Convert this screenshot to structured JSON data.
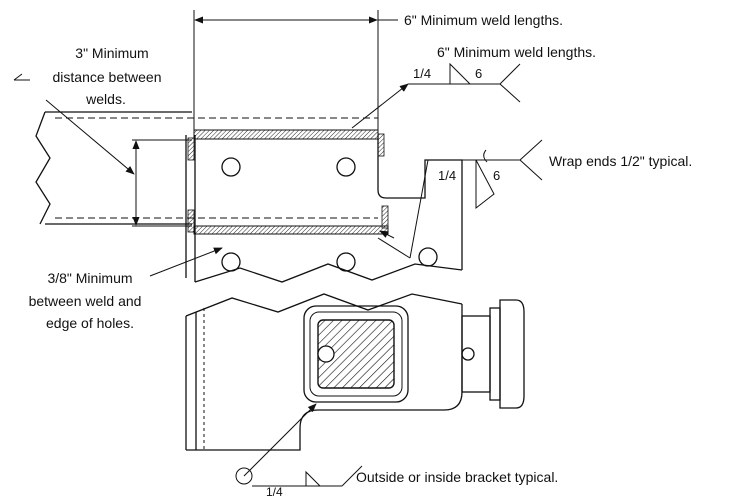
{
  "labels": {
    "weld_length_top": "6\" Minimum weld lengths.",
    "weld_length_second": "6\" Minimum weld lengths.",
    "distance_between_welds_line1": "3\" Minimum",
    "distance_between_welds_line2": "distance between",
    "distance_between_welds_line3": "welds.",
    "wrap_ends": "Wrap ends 1/2\" typical.",
    "edge_holes_line1": "3/8\" Minimum",
    "edge_holes_line2": "between weld and",
    "edge_holes_line3": "edge of holes.",
    "outside_inside": "Outside or inside bracket typical."
  },
  "weld_symbols": {
    "top": {
      "size": "1/4",
      "length": "6"
    },
    "right": {
      "size": "1/4",
      "length": "6"
    },
    "bottom": {
      "size": "1/4"
    }
  },
  "colors": {
    "line": "#111111",
    "background": "#ffffff"
  }
}
